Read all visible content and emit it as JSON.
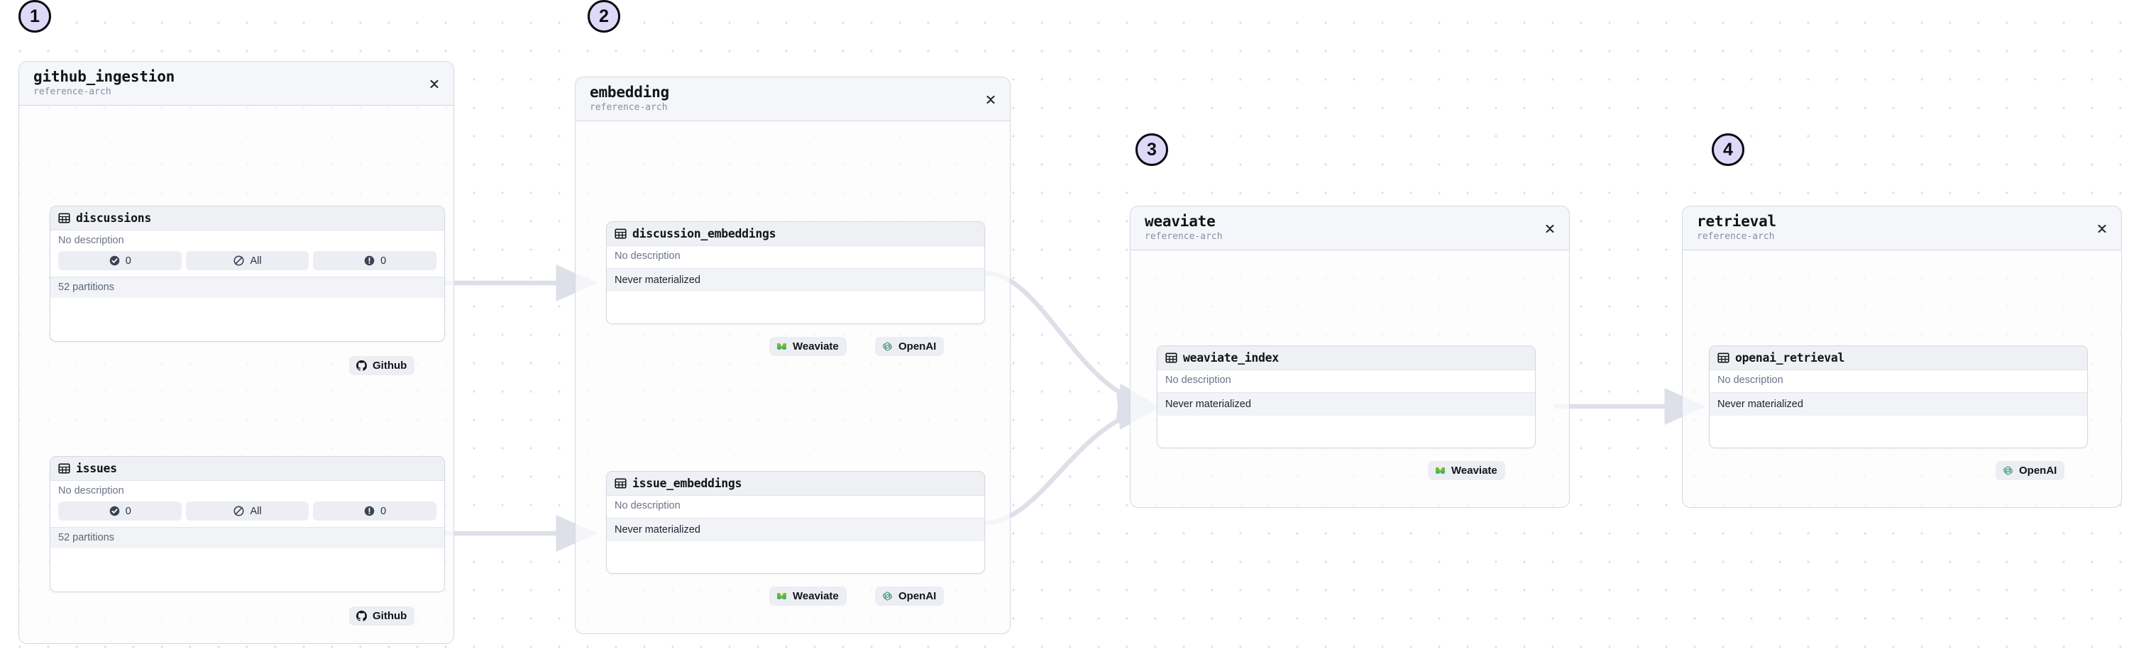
{
  "canvas": {
    "background_color": "#ffffff",
    "dot_color": "#dcdfe6",
    "edge_color": "#dde0e8",
    "badge_fill": "#ddd9f7",
    "badge_border": "#0b0c11"
  },
  "labels": {
    "no_description": "No description",
    "never_materialized": "Never materialized",
    "partitions_52": "52 partitions",
    "all": "All",
    "zero": "0"
  },
  "groups": [
    {
      "id": "github_ingestion",
      "badge": "1",
      "name": "github_ingestion",
      "subtitle": "reference-arch",
      "collapse_icon": "collapse-chevrons-icon"
    },
    {
      "id": "embedding",
      "badge": "2",
      "name": "embedding",
      "subtitle": "reference-arch",
      "collapse_icon": "collapse-chevrons-icon"
    },
    {
      "id": "weaviate",
      "badge": "3",
      "name": "weaviate",
      "subtitle": "reference-arch",
      "collapse_icon": "collapse-chevrons-icon"
    },
    {
      "id": "retrieval",
      "badge": "4",
      "name": "retrieval",
      "subtitle": "reference-arch",
      "collapse_icon": "collapse-chevrons-icon"
    }
  ],
  "assets": {
    "discussions": {
      "name": "discussions",
      "icon": "table-icon",
      "description": "No description",
      "pills": [
        {
          "icon": "check-circle-icon",
          "label": "0"
        },
        {
          "icon": "eye-off-icon",
          "label": "All"
        },
        {
          "icon": "alert-circle-icon",
          "label": "0"
        }
      ],
      "footer": "52 partitions"
    },
    "issues": {
      "name": "issues",
      "icon": "table-icon",
      "description": "No description",
      "pills": [
        {
          "icon": "check-circle-icon",
          "label": "0"
        },
        {
          "icon": "eye-off-icon",
          "label": "All"
        },
        {
          "icon": "alert-circle-icon",
          "label": "0"
        }
      ],
      "footer": "52 partitions"
    },
    "discussion_embeddings": {
      "name": "discussion_embeddings",
      "icon": "table-icon",
      "description": "No description",
      "status": "Never materialized"
    },
    "issue_embeddings": {
      "name": "issue_embeddings",
      "icon": "table-icon",
      "description": "No description",
      "status": "Never materialized"
    },
    "weaviate_index": {
      "name": "weaviate_index",
      "icon": "table-icon",
      "description": "No description",
      "status": "Never materialized"
    },
    "openai_retrieval": {
      "name": "openai_retrieval",
      "icon": "table-icon",
      "description": "No description",
      "status": "Never materialized"
    }
  },
  "kind_tags": {
    "github_1": {
      "label": "Github",
      "icon": "github-icon"
    },
    "github_2": {
      "label": "Github",
      "icon": "github-icon"
    },
    "weaviate_de": {
      "label": "Weaviate",
      "icon": "weaviate-icon"
    },
    "openai_de": {
      "label": "OpenAI",
      "icon": "openai-icon"
    },
    "weaviate_ie": {
      "label": "Weaviate",
      "icon": "weaviate-icon"
    },
    "openai_ie": {
      "label": "OpenAI",
      "icon": "openai-icon"
    },
    "weaviate_idx": {
      "label": "Weaviate",
      "icon": "weaviate-icon"
    },
    "openai_ret": {
      "label": "OpenAI",
      "icon": "openai-icon"
    }
  },
  "edges": [
    {
      "from": "discussions",
      "to": "discussion_embeddings",
      "shape": "straight"
    },
    {
      "from": "issues",
      "to": "issue_embeddings",
      "shape": "straight"
    },
    {
      "from": "discussion_embeddings",
      "to": "weaviate_index",
      "shape": "curve"
    },
    {
      "from": "issue_embeddings",
      "to": "weaviate_index",
      "shape": "curve"
    },
    {
      "from": "weaviate_index",
      "to": "openai_retrieval",
      "shape": "straight"
    }
  ]
}
